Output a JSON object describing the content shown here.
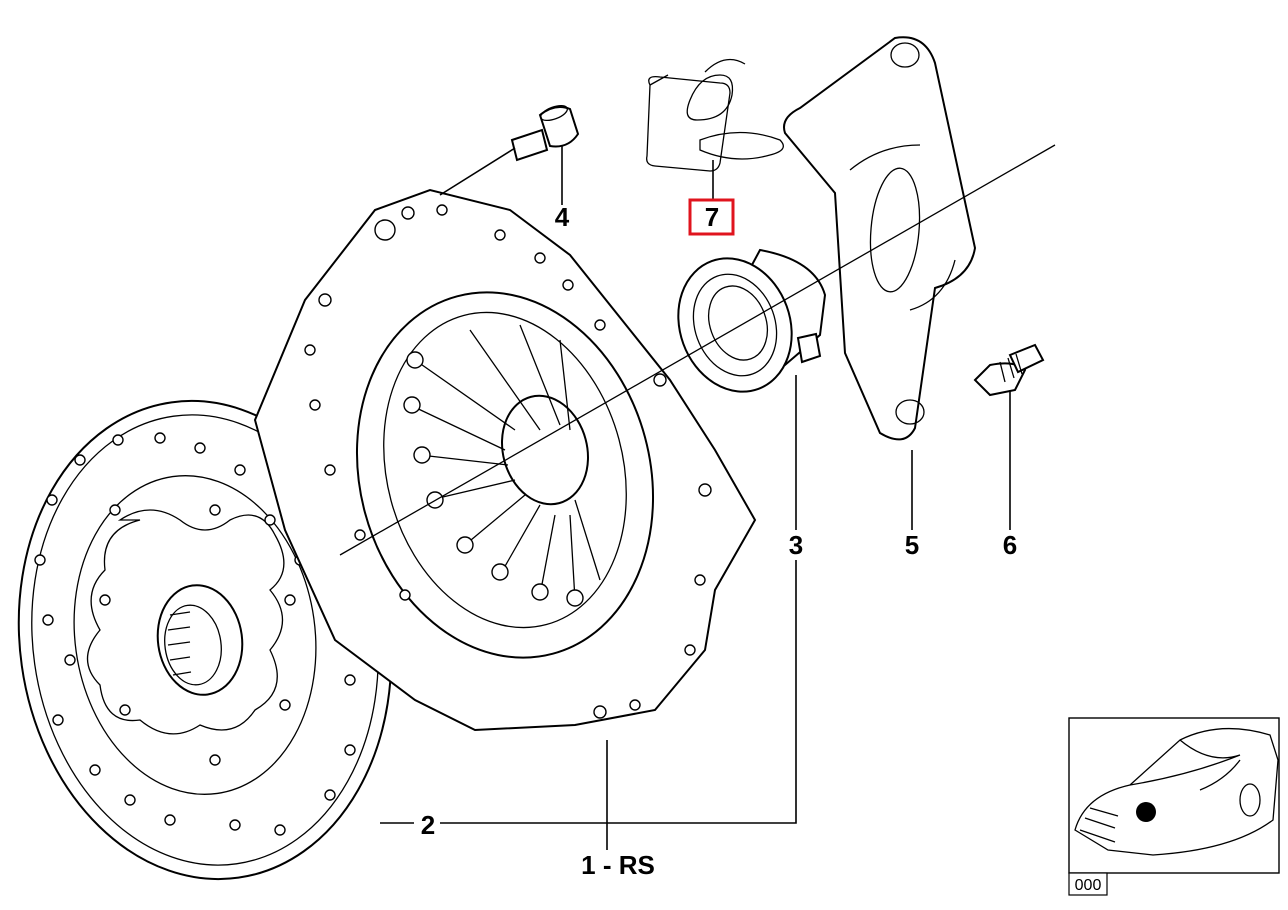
{
  "diagram": {
    "callouts": [
      {
        "id": "1",
        "label": "1 - RS"
      },
      {
        "id": "2",
        "label": "2"
      },
      {
        "id": "3",
        "label": "3"
      },
      {
        "id": "4",
        "label": "4"
      },
      {
        "id": "5",
        "label": "5"
      },
      {
        "id": "6",
        "label": "6"
      },
      {
        "id": "7",
        "label": "7",
        "highlighted": true,
        "highlight_color": "#e0141e"
      }
    ],
    "thumbnail": {
      "ref_code": "000"
    }
  }
}
